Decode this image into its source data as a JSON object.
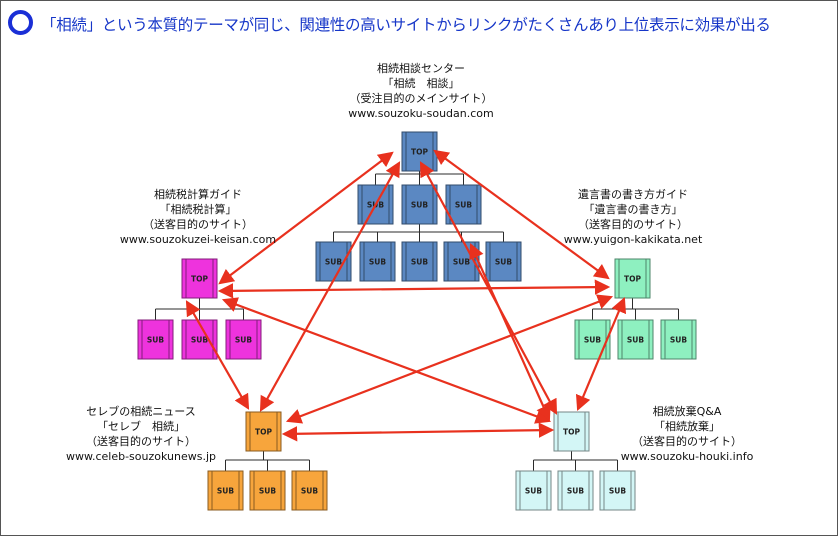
{
  "header": {
    "title": "「相続」という本質的テーマが同じ、関連性の高いサイトからリンクがたくさんあり上位表示に効果が出る"
  },
  "colors": {
    "accent": "#1636c8",
    "arrow": "#e8311e"
  },
  "sites": [
    {
      "id": "souzoku-soudan",
      "lines": [
        "相続相談センター",
        "「相続　相談」",
        "（受注目的のメインサイト）",
        "www.souzoku-soudan.com"
      ],
      "color": "#5b88c2",
      "top_label": "TOP",
      "sub_label": "SUB"
    },
    {
      "id": "souzokuzei-keisan",
      "lines": [
        "相続税計算ガイド",
        "「相続税計算」",
        "（送客目的のサイト）",
        "www.souzokuzei-keisan.com"
      ],
      "color": "#ee33dd",
      "top_label": "TOP",
      "sub_label": "SUB"
    },
    {
      "id": "yuigon-kakikata",
      "lines": [
        "遺言書の書き方ガイド",
        "「遺言書の書き方」",
        "（送客目的のサイト）",
        "www.yuigon-kakikata.net"
      ],
      "color": "#8ef0c0",
      "top_label": "TOP",
      "sub_label": "SUB"
    },
    {
      "id": "celeb-souzokunews",
      "lines": [
        "セレブの相続ニュース",
        "「セレブ　相続」",
        "（送客目的のサイト）",
        "www.celeb-souzokunews.jp"
      ],
      "color": "#f7a53c",
      "top_label": "TOP",
      "sub_label": "SUB"
    },
    {
      "id": "souzoku-houki",
      "lines": [
        "相続放棄Q&A",
        "「相続放棄」",
        "（送客目的のサイト）",
        "www.souzoku-houki.info"
      ],
      "color": "#d3f6f6",
      "top_label": "TOP",
      "sub_label": "SUB"
    }
  ]
}
